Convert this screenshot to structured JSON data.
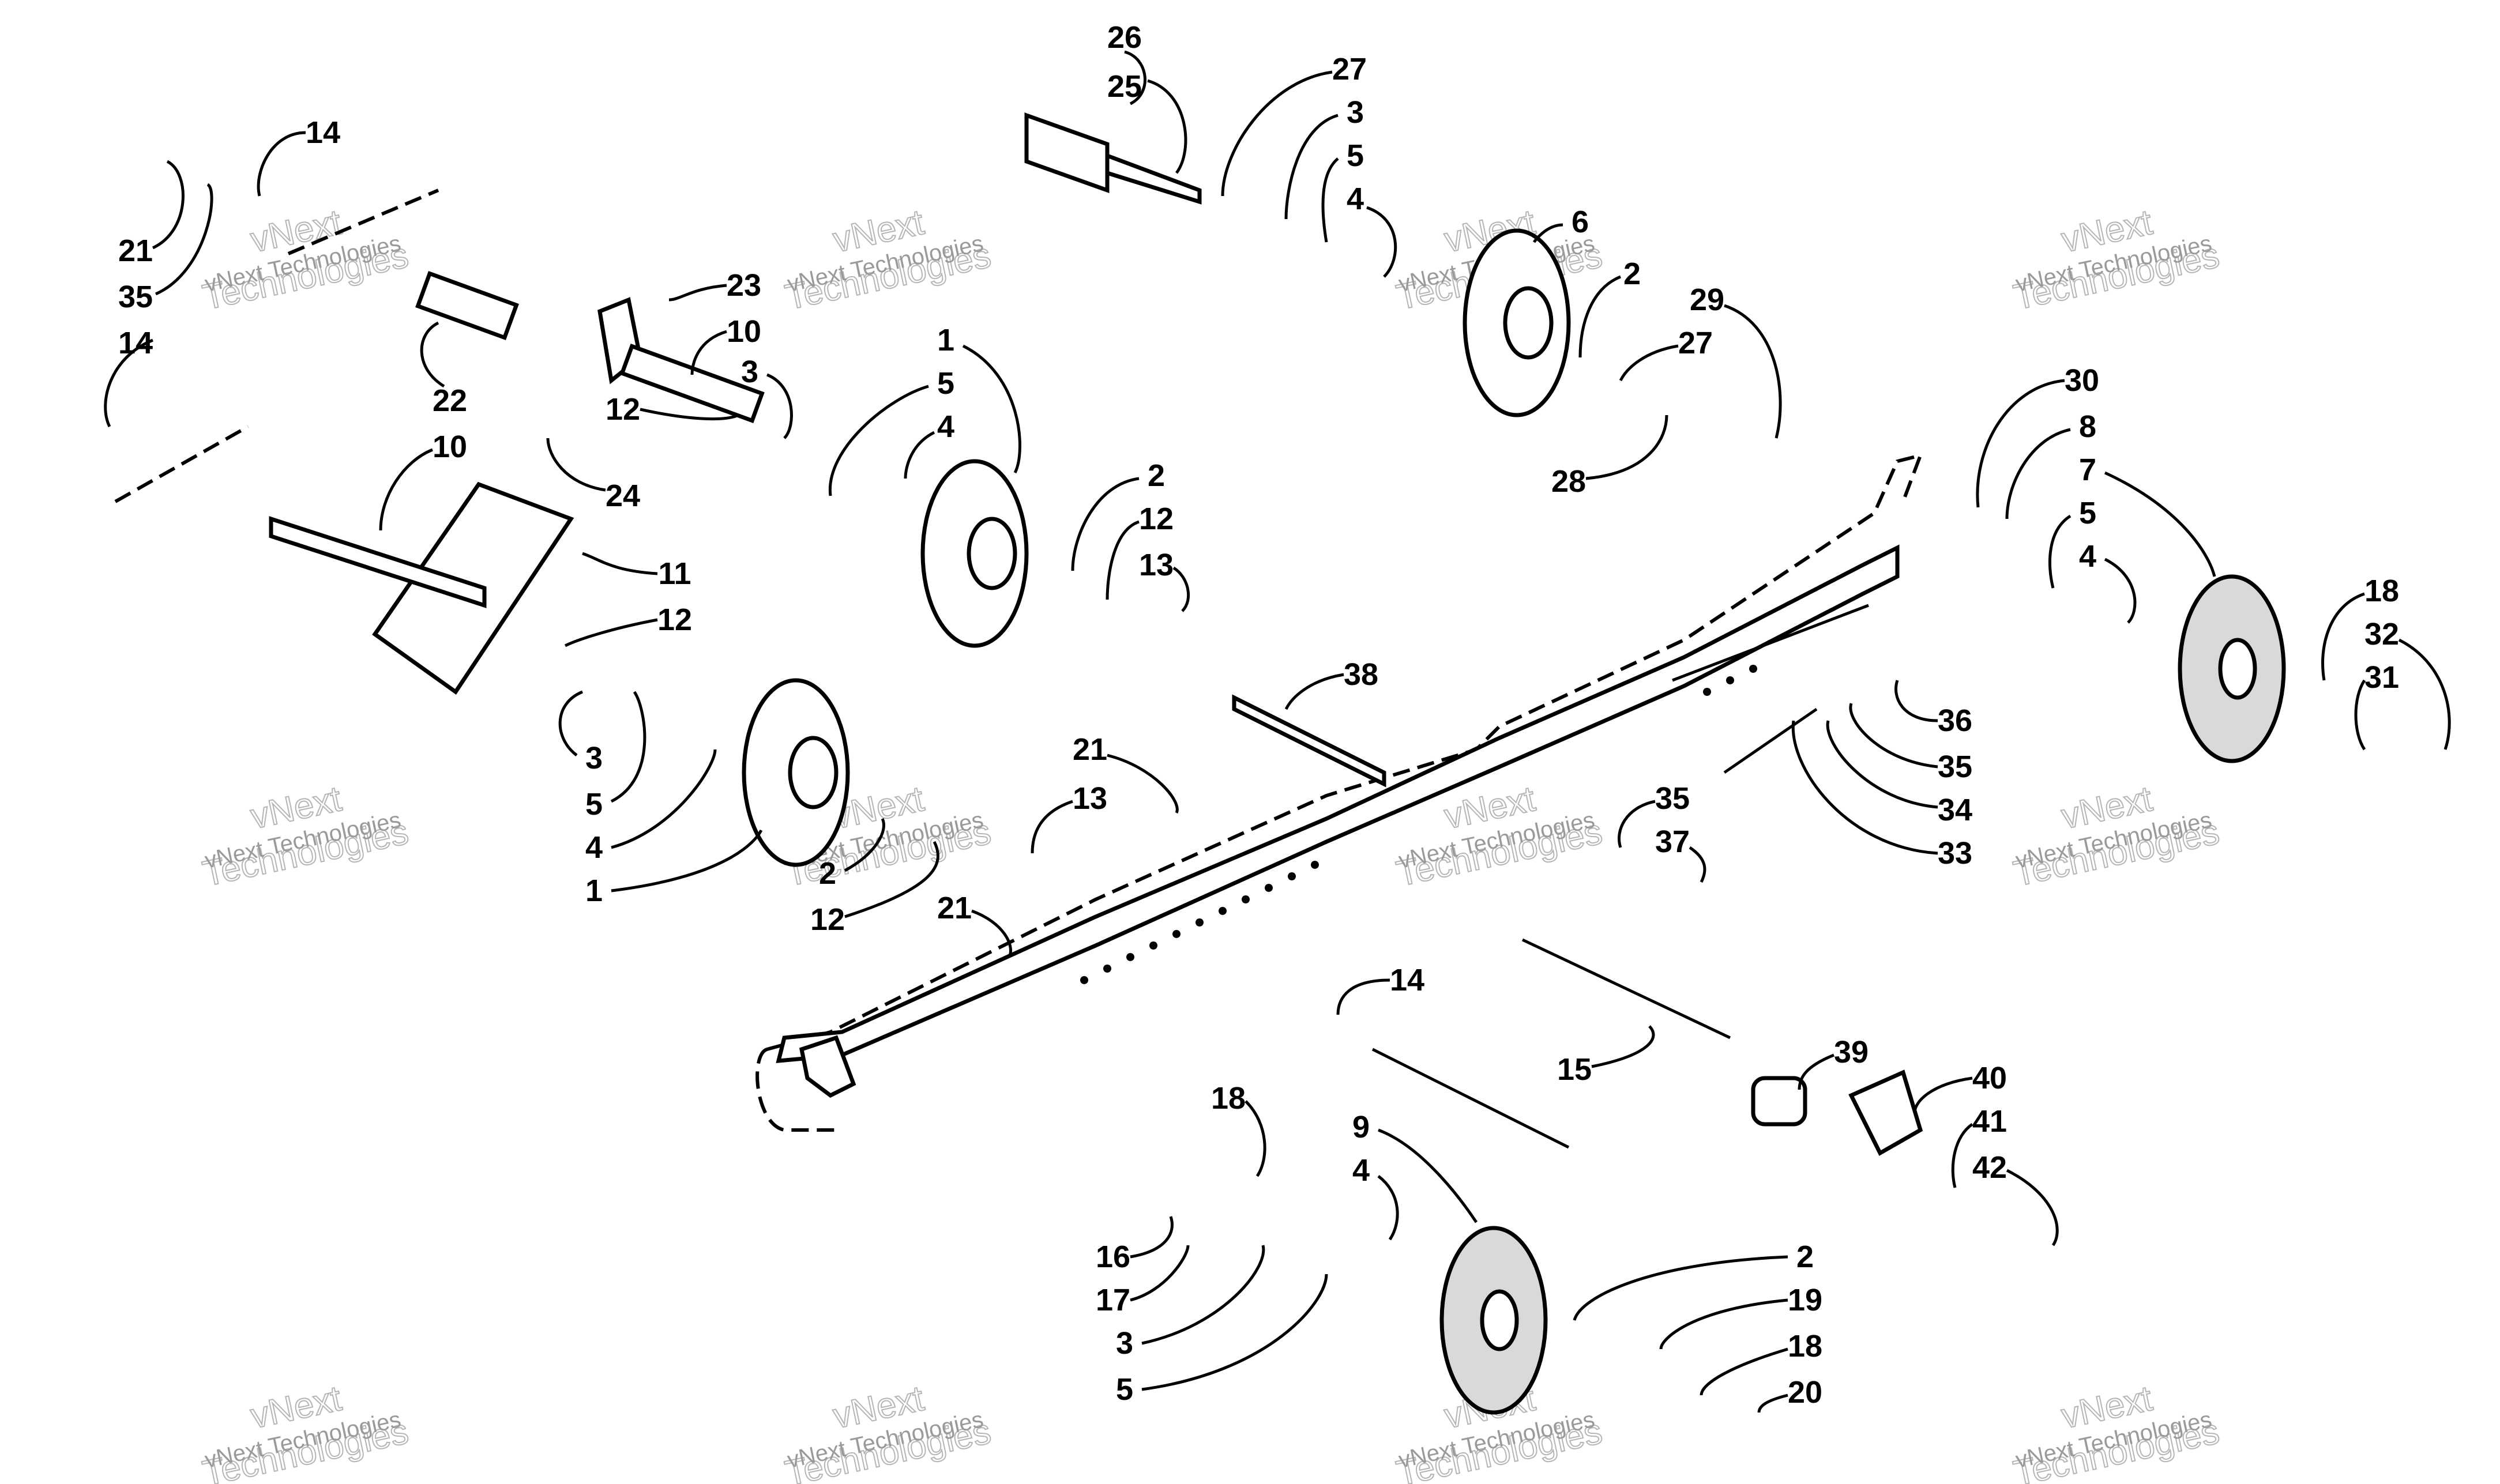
{
  "watermark": {
    "text": "vNext Technologies",
    "line1": "vNext",
    "line2": "Technologies"
  },
  "callouts": [
    {
      "id": "c26",
      "label": "26"
    },
    {
      "id": "c25",
      "label": "25"
    },
    {
      "id": "c27a",
      "label": "27"
    },
    {
      "id": "c3a",
      "label": "3"
    },
    {
      "id": "c5a",
      "label": "5"
    },
    {
      "id": "c4a",
      "label": "4"
    },
    {
      "id": "c6",
      "label": "6"
    },
    {
      "id": "c2a",
      "label": "2"
    },
    {
      "id": "c29",
      "label": "29"
    },
    {
      "id": "c27b",
      "label": "27"
    },
    {
      "id": "c28",
      "label": "28"
    },
    {
      "id": "c14a",
      "label": "14"
    },
    {
      "id": "c21a",
      "label": "21"
    },
    {
      "id": "c35a",
      "label": "35"
    },
    {
      "id": "c14b",
      "label": "14"
    },
    {
      "id": "c23",
      "label": "23"
    },
    {
      "id": "c10a",
      "label": "10"
    },
    {
      "id": "c22",
      "label": "22"
    },
    {
      "id": "c3b",
      "label": "3"
    },
    {
      "id": "c12a",
      "label": "12"
    },
    {
      "id": "c24",
      "label": "24"
    },
    {
      "id": "c1a",
      "label": "1"
    },
    {
      "id": "c5b",
      "label": "5"
    },
    {
      "id": "c4b",
      "label": "4"
    },
    {
      "id": "c10b",
      "label": "10"
    },
    {
      "id": "c11",
      "label": "11"
    },
    {
      "id": "c12b",
      "label": "12"
    },
    {
      "id": "c2b",
      "label": "2"
    },
    {
      "id": "c12c",
      "label": "12"
    },
    {
      "id": "c13a",
      "label": "13"
    },
    {
      "id": "c3c",
      "label": "3"
    },
    {
      "id": "c5c",
      "label": "5"
    },
    {
      "id": "c4c",
      "label": "4"
    },
    {
      "id": "c1b",
      "label": "1"
    },
    {
      "id": "c2c",
      "label": "2"
    },
    {
      "id": "c12d",
      "label": "12"
    },
    {
      "id": "c38",
      "label": "38"
    },
    {
      "id": "c21b",
      "label": "21"
    },
    {
      "id": "c13b",
      "label": "13"
    },
    {
      "id": "c21c",
      "label": "21"
    },
    {
      "id": "c30",
      "label": "30"
    },
    {
      "id": "c8",
      "label": "8"
    },
    {
      "id": "c7",
      "label": "7"
    },
    {
      "id": "c5d",
      "label": "5"
    },
    {
      "id": "c4d",
      "label": "4"
    },
    {
      "id": "c18a",
      "label": "18"
    },
    {
      "id": "c32",
      "label": "32"
    },
    {
      "id": "c31",
      "label": "31"
    },
    {
      "id": "c36",
      "label": "36"
    },
    {
      "id": "c35b",
      "label": "35"
    },
    {
      "id": "c34",
      "label": "34"
    },
    {
      "id": "c33",
      "label": "33"
    },
    {
      "id": "c35c",
      "label": "35"
    },
    {
      "id": "c37",
      "label": "37"
    },
    {
      "id": "c14c",
      "label": "14"
    },
    {
      "id": "c15",
      "label": "15"
    },
    {
      "id": "c39",
      "label": "39"
    },
    {
      "id": "c40",
      "label": "40"
    },
    {
      "id": "c41",
      "label": "41"
    },
    {
      "id": "c42",
      "label": "42"
    },
    {
      "id": "c18b",
      "label": "18"
    },
    {
      "id": "c9",
      "label": "9"
    },
    {
      "id": "c4e",
      "label": "4"
    },
    {
      "id": "c16",
      "label": "16"
    },
    {
      "id": "c17",
      "label": "17"
    },
    {
      "id": "c3d",
      "label": "3"
    },
    {
      "id": "c5e",
      "label": "5"
    },
    {
      "id": "c2d",
      "label": "2"
    },
    {
      "id": "c19",
      "label": "19"
    },
    {
      "id": "c18c",
      "label": "18"
    },
    {
      "id": "c20",
      "label": "20"
    }
  ]
}
